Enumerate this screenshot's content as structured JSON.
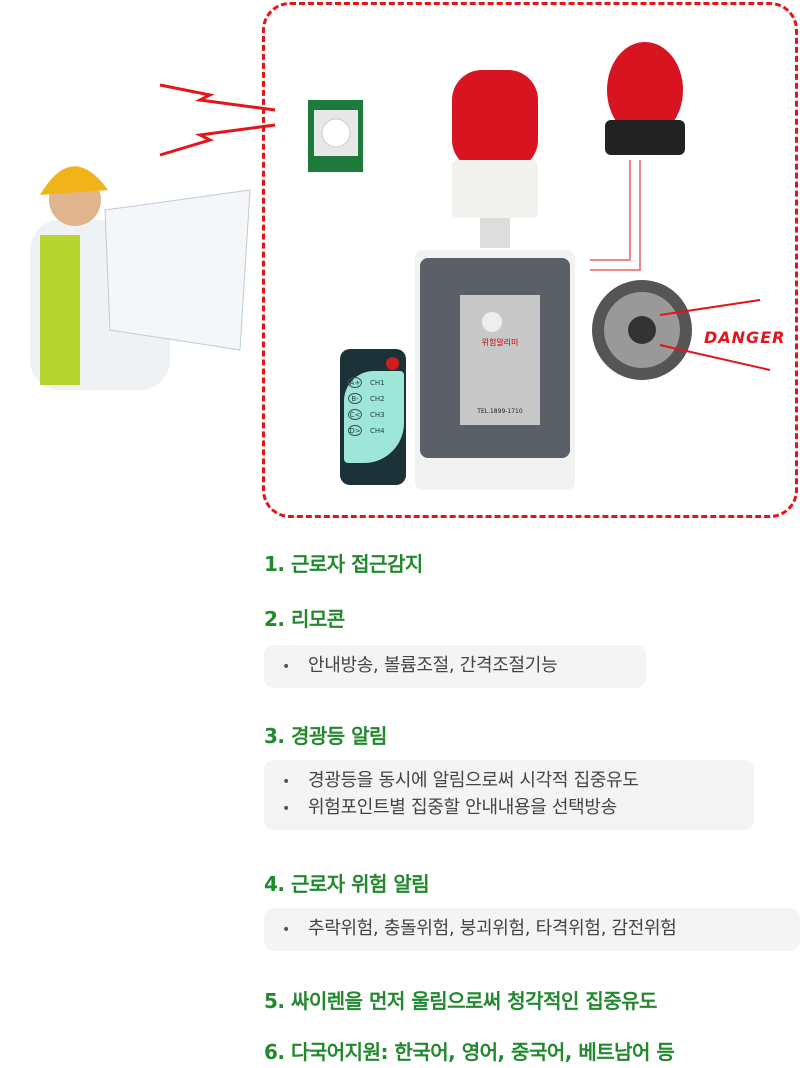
{
  "illustration": {
    "danger_label": "DANGER",
    "remote_buttons": [
      {
        "key": "A+",
        "label": "CH1"
      },
      {
        "key": "B-",
        "label": "CH2"
      },
      {
        "key": "C<",
        "label": "CH3"
      },
      {
        "key": "D>",
        "label": "CH4"
      }
    ],
    "device_brand": "위험알리미",
    "device_tel": "TEL.1899-1710",
    "colors": {
      "frame": "#e3151a",
      "heading": "#23892f"
    }
  },
  "features": [
    {
      "title": "1. 근로자 접근감지",
      "items": []
    },
    {
      "title": "2. 리모콘",
      "items": [
        "안내방송, 볼륨조절, 간격조절기능"
      ]
    },
    {
      "title": "3. 경광등 알림",
      "items": [
        "경광등을 동시에 알림으로써 시각적 집중유도",
        "위험포인트별 집중할 안내내용을 선택방송"
      ]
    },
    {
      "title": "4. 근로자 위험 알림",
      "items": [
        "추락위험, 충돌위험, 붕괴위험, 타격위험, 감전위험"
      ]
    },
    {
      "title": "5. 싸이렌을 먼저 울림으로써 청각적인 집중유도",
      "items": []
    },
    {
      "title": "6. 다국어지원: 한국어, 영어, 중국어, 베트남어 등",
      "items": []
    }
  ]
}
